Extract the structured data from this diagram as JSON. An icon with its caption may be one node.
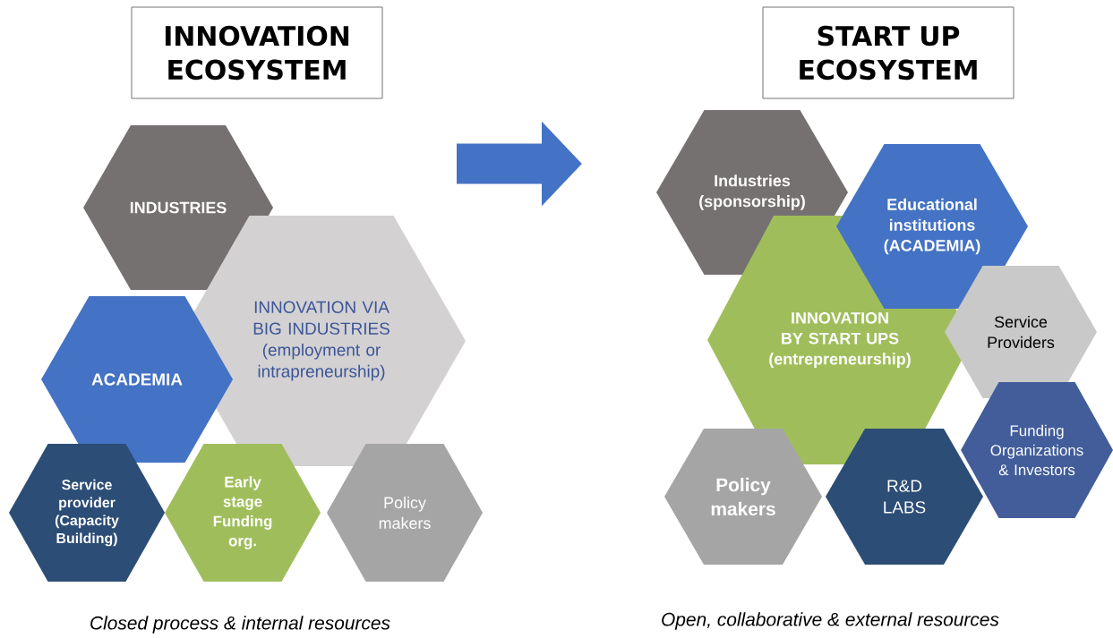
{
  "diagram": {
    "nodes": [
      {
        "text": [
          "INNOVATION ECOSYSTEM"
        ]
      },
      {
        "text": [
          "INDUSTRIES"
        ]
      },
      {
        "text": [
          "INNOVATION VIA BIG INDUSTRIES (employment or intrapreneurship)"
        ]
      },
      {
        "text": [
          "ACADEMIA"
        ]
      },
      {
        "text": [
          "Service provider (Capacity Building)"
        ]
      },
      {
        "text": [
          "Early stage Funding org."
        ]
      },
      {
        "text": [
          "Policy makers"
        ]
      },
      {
        "text": [
          "START UP ECOSYSTEM"
        ]
      },
      {
        "text": [
          "Industries (sponsorship)"
        ]
      },
      {
        "text": [
          "Educational institutions (ACADEMIA)"
        ]
      },
      {
        "text": [
          "INNOVATION BY START UPS (entrepreneurship)"
        ]
      },
      {
        "text": [
          "Service Providers"
        ]
      },
      {
        "text": [
          "Funding Organizations & Investors"
        ]
      },
      {
        "text": [
          "Policy makers"
        ]
      },
      {
        "text": [
          "R&D LABS"
        ]
      }
    ],
    "labels": [
      "Closed process & internal resources",
      "Open, collaborative & external resources"
    ]
  }
}
